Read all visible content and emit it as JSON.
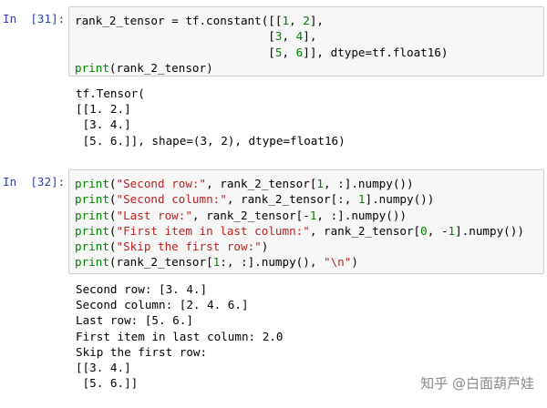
{
  "cells": [
    {
      "prompt": "In  [31]:",
      "code_lines": [
        [
          {
            "t": "rank_2_tensor = tf.constant([["
          },
          {
            "t": "1",
            "c": "num"
          },
          {
            "t": ", "
          },
          {
            "t": "2",
            "c": "num"
          },
          {
            "t": "],"
          }
        ],
        [
          {
            "t": "                            ["
          },
          {
            "t": "3",
            "c": "num"
          },
          {
            "t": ", "
          },
          {
            "t": "4",
            "c": "num"
          },
          {
            "t": "],"
          }
        ],
        [
          {
            "t": "                            ["
          },
          {
            "t": "5",
            "c": "num"
          },
          {
            "t": ", "
          },
          {
            "t": "6",
            "c": "num"
          },
          {
            "t": "]], dtype=tf.float16)"
          }
        ],
        [
          {
            "t": "print",
            "c": "kw"
          },
          {
            "t": "(rank_2_tensor)"
          }
        ]
      ],
      "output_lines": [
        "tf.Tensor(",
        "[[1. 2.]",
        " [3. 4.]",
        " [5. 6.]], shape=(3, 2), dtype=float16)"
      ]
    },
    {
      "prompt": "In  [32]:",
      "code_lines": [
        [
          {
            "t": "print",
            "c": "kw"
          },
          {
            "t": "("
          },
          {
            "t": "\"Second row:\"",
            "c": "str"
          },
          {
            "t": ", rank_2_tensor["
          },
          {
            "t": "1",
            "c": "num"
          },
          {
            "t": ", :].numpy())"
          }
        ],
        [
          {
            "t": "print",
            "c": "kw"
          },
          {
            "t": "("
          },
          {
            "t": "\"Second column:\"",
            "c": "str"
          },
          {
            "t": ", rank_2_tensor[:, "
          },
          {
            "t": "1",
            "c": "num"
          },
          {
            "t": "].numpy())"
          }
        ],
        [
          {
            "t": "print",
            "c": "kw"
          },
          {
            "t": "("
          },
          {
            "t": "\"Last row:\"",
            "c": "str"
          },
          {
            "t": ", rank_2_tensor[-"
          },
          {
            "t": "1",
            "c": "num"
          },
          {
            "t": ", :].numpy())"
          }
        ],
        [
          {
            "t": "print",
            "c": "kw"
          },
          {
            "t": "("
          },
          {
            "t": "\"First item in last column:\"",
            "c": "str"
          },
          {
            "t": ", rank_2_tensor["
          },
          {
            "t": "0",
            "c": "num"
          },
          {
            "t": ", -"
          },
          {
            "t": "1",
            "c": "num"
          },
          {
            "t": "].numpy())"
          }
        ],
        [
          {
            "t": "print",
            "c": "kw"
          },
          {
            "t": "("
          },
          {
            "t": "\"Skip the first row:\"",
            "c": "str"
          },
          {
            "t": ")"
          }
        ],
        [
          {
            "t": "print",
            "c": "kw"
          },
          {
            "t": "(rank_2_tensor["
          },
          {
            "t": "1",
            "c": "num"
          },
          {
            "t": ":, :].numpy(), "
          },
          {
            "t": "\"\\n\"",
            "c": "str"
          },
          {
            "t": ")"
          }
        ]
      ],
      "output_lines": [
        "Second row: [3. 4.]",
        "Second column: [2. 4. 6.]",
        "Last row: [5. 6.]",
        "First item in last column: 2.0",
        "Skip the first row:",
        "[[3. 4.]",
        " [5. 6.]]"
      ]
    }
  ],
  "watermark": "知乎 @白面葫芦娃"
}
